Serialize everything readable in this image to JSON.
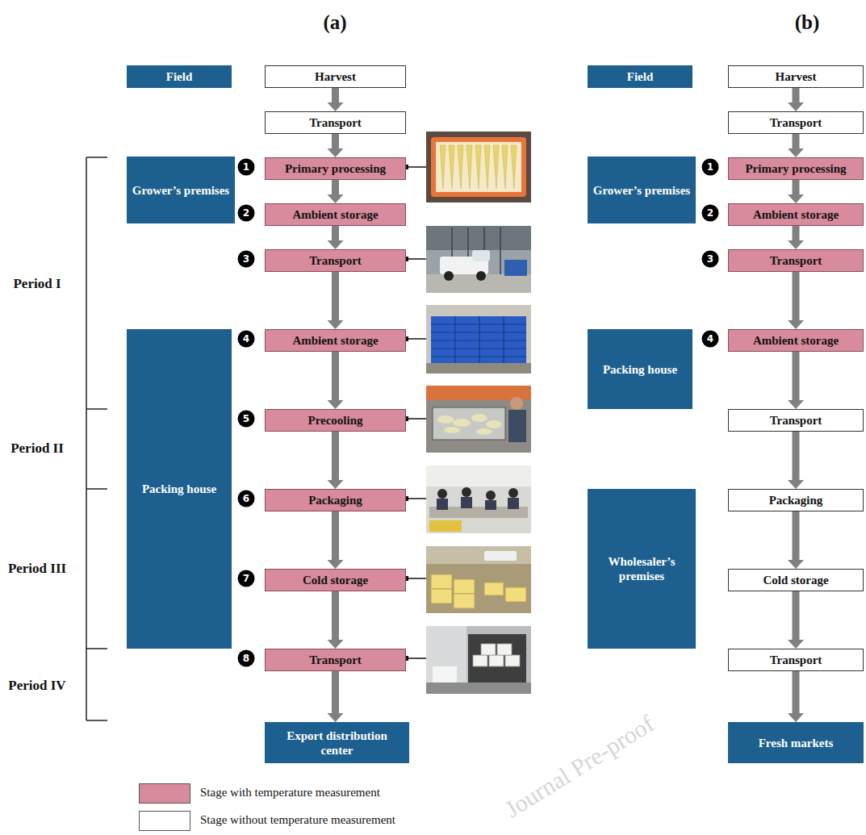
{
  "diagram": {
    "nodes": [
      {
        "text": [
          "Field"
        ]
      },
      {
        "text": [
          "Harvest"
        ]
      },
      {
        "text": [
          "Transport"
        ]
      },
      {
        "text": [
          "Grower’s premises"
        ]
      },
      {
        "text": [
          "Primary processing"
        ]
      },
      {
        "text": [
          "Ambient storage"
        ]
      },
      {
        "text": [
          "Transport"
        ]
      },
      {
        "text": [
          "Packing house"
        ]
      },
      {
        "text": [
          "Ambient storage"
        ]
      },
      {
        "text": [
          "Precooling"
        ]
      },
      {
        "text": [
          "Packaging"
        ]
      },
      {
        "text": [
          "Cold storage"
        ]
      },
      {
        "text": [
          "Transport"
        ]
      },
      {
        "text": [
          "Export distribution center"
        ]
      },
      {
        "text": [
          "Field"
        ]
      },
      {
        "text": [
          "Harvest"
        ]
      },
      {
        "text": [
          "Transport"
        ]
      },
      {
        "text": [
          "Grower’s premises"
        ]
      },
      {
        "text": [
          "Primary processing"
        ]
      },
      {
        "text": [
          "Ambient storage"
        ]
      },
      {
        "text": [
          "Transport"
        ]
      },
      {
        "text": [
          "Packing house"
        ]
      },
      {
        "text": [
          "Ambient storage"
        ]
      },
      {
        "text": [
          "Transport"
        ]
      },
      {
        "text": [
          "Wholesaler’s premises"
        ]
      },
      {
        "text": [
          "Packaging"
        ]
      },
      {
        "text": [
          "Cold storage"
        ]
      },
      {
        "text": [
          "Transport"
        ]
      },
      {
        "text": [
          "Fresh markets"
        ]
      }
    ],
    "edges": [
      {
        "from": 1,
        "to": 2,
        "arrow": "to"
      },
      {
        "from": 2,
        "to": 4,
        "arrow": "to"
      },
      {
        "from": 4,
        "to": 5,
        "arrow": "to"
      },
      {
        "from": 5,
        "to": 6,
        "arrow": "to"
      },
      {
        "from": 6,
        "to": 8,
        "arrow": "to"
      },
      {
        "from": 8,
        "to": 9,
        "arrow": "to"
      },
      {
        "from": 9,
        "to": 10,
        "arrow": "to"
      },
      {
        "from": 10,
        "to": 11,
        "arrow": "to"
      },
      {
        "from": 11,
        "to": 12,
        "arrow": "to"
      },
      {
        "from": 12,
        "to": 13,
        "arrow": "to"
      },
      {
        "from": 15,
        "to": 16,
        "arrow": "to"
      },
      {
        "from": 16,
        "to": 18,
        "arrow": "to"
      },
      {
        "from": 18,
        "to": 19,
        "arrow": "to"
      },
      {
        "from": 19,
        "to": 20,
        "arrow": "to"
      },
      {
        "from": 20,
        "to": 22,
        "arrow": "to"
      },
      {
        "from": 22,
        "to": 23,
        "arrow": "to"
      },
      {
        "from": 23,
        "to": 25,
        "arrow": "to"
      },
      {
        "from": 25,
        "to": 26,
        "arrow": "to"
      },
      {
        "from": 26,
        "to": 27,
        "arrow": "to"
      },
      {
        "from": 27,
        "to": 28,
        "arrow": "to"
      }
    ],
    "labels": [
      "(a)",
      "(b)",
      "Period I",
      "Period II",
      "Period III",
      "Period IV",
      "1",
      "2",
      "3",
      "4",
      "5",
      "6",
      "7",
      "8",
      "1",
      "2",
      "3",
      "4",
      "Journal Pre-proof"
    ],
    "legend": [
      {
        "text": "Stage with temperature measurement",
        "color": "#d78b9c"
      },
      {
        "text": "Stage without temperature measurement",
        "color": "#ffffff"
      }
    ]
  }
}
